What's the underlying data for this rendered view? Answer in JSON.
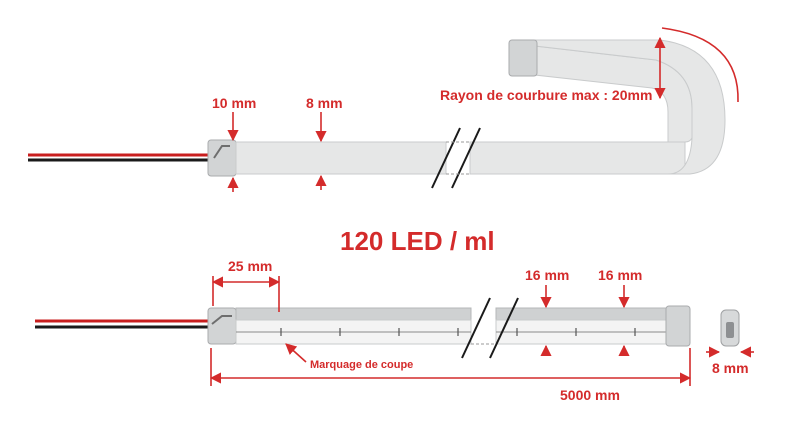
{
  "labels": {
    "bend_radius": "Rayon de courbure max : 20mm",
    "end_cap_10": "10 mm",
    "width_8": "8 mm",
    "density": "120 LED / ml",
    "cut_spacing": "25 mm",
    "height_16a": "16 mm",
    "height_16b": "16 mm",
    "cut_mark": "Marquage de coupe",
    "total_length": "5000 mm",
    "section_8": "8 mm"
  },
  "colors": {
    "accent": "#d42b2b",
    "strip": "#e6e7e7",
    "cable_red": "#c81e1e",
    "cable_black": "#1a1a1a"
  }
}
